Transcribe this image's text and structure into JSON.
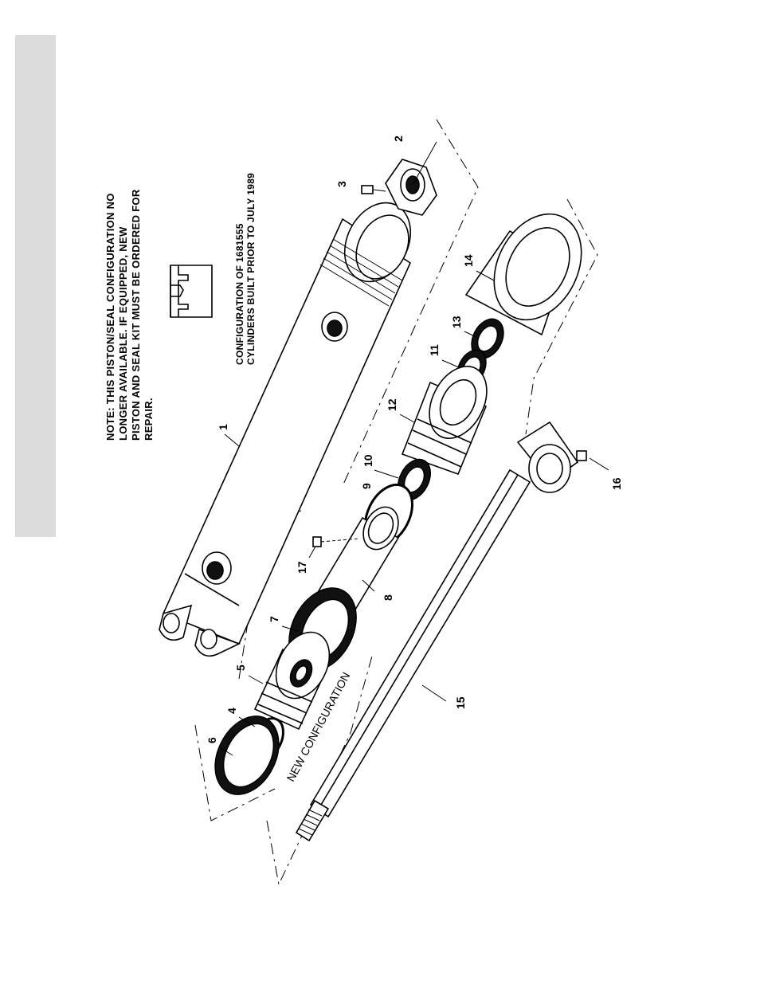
{
  "note": {
    "lines": [
      "NOTE: THIS PISTON/SEAL CONFIGURATION NO",
      "LONGER    AVAILABLE.   IF    EQUIPPED,   NEW",
      "PISTON AND SEAL KIT MUST BE ORDERED FOR",
      "REPAIR."
    ]
  },
  "old_config": {
    "lines": [
      "CONFIGURATION OF 1681555",
      "CYLINDERS BUILT PRIOR TO JULY 1989"
    ]
  },
  "new_config_label": "NEW CONFIGURATION",
  "callouts": {
    "c1": "1",
    "c2": "2",
    "c3": "3",
    "c4": "4",
    "c5": "5",
    "c6": "6",
    "c7": "7",
    "c8": "8",
    "c9": "9",
    "c10": "10",
    "c11": "11",
    "c12": "12",
    "c13": "13",
    "c14": "14",
    "c15": "15",
    "c16": "16",
    "c17": "17"
  }
}
